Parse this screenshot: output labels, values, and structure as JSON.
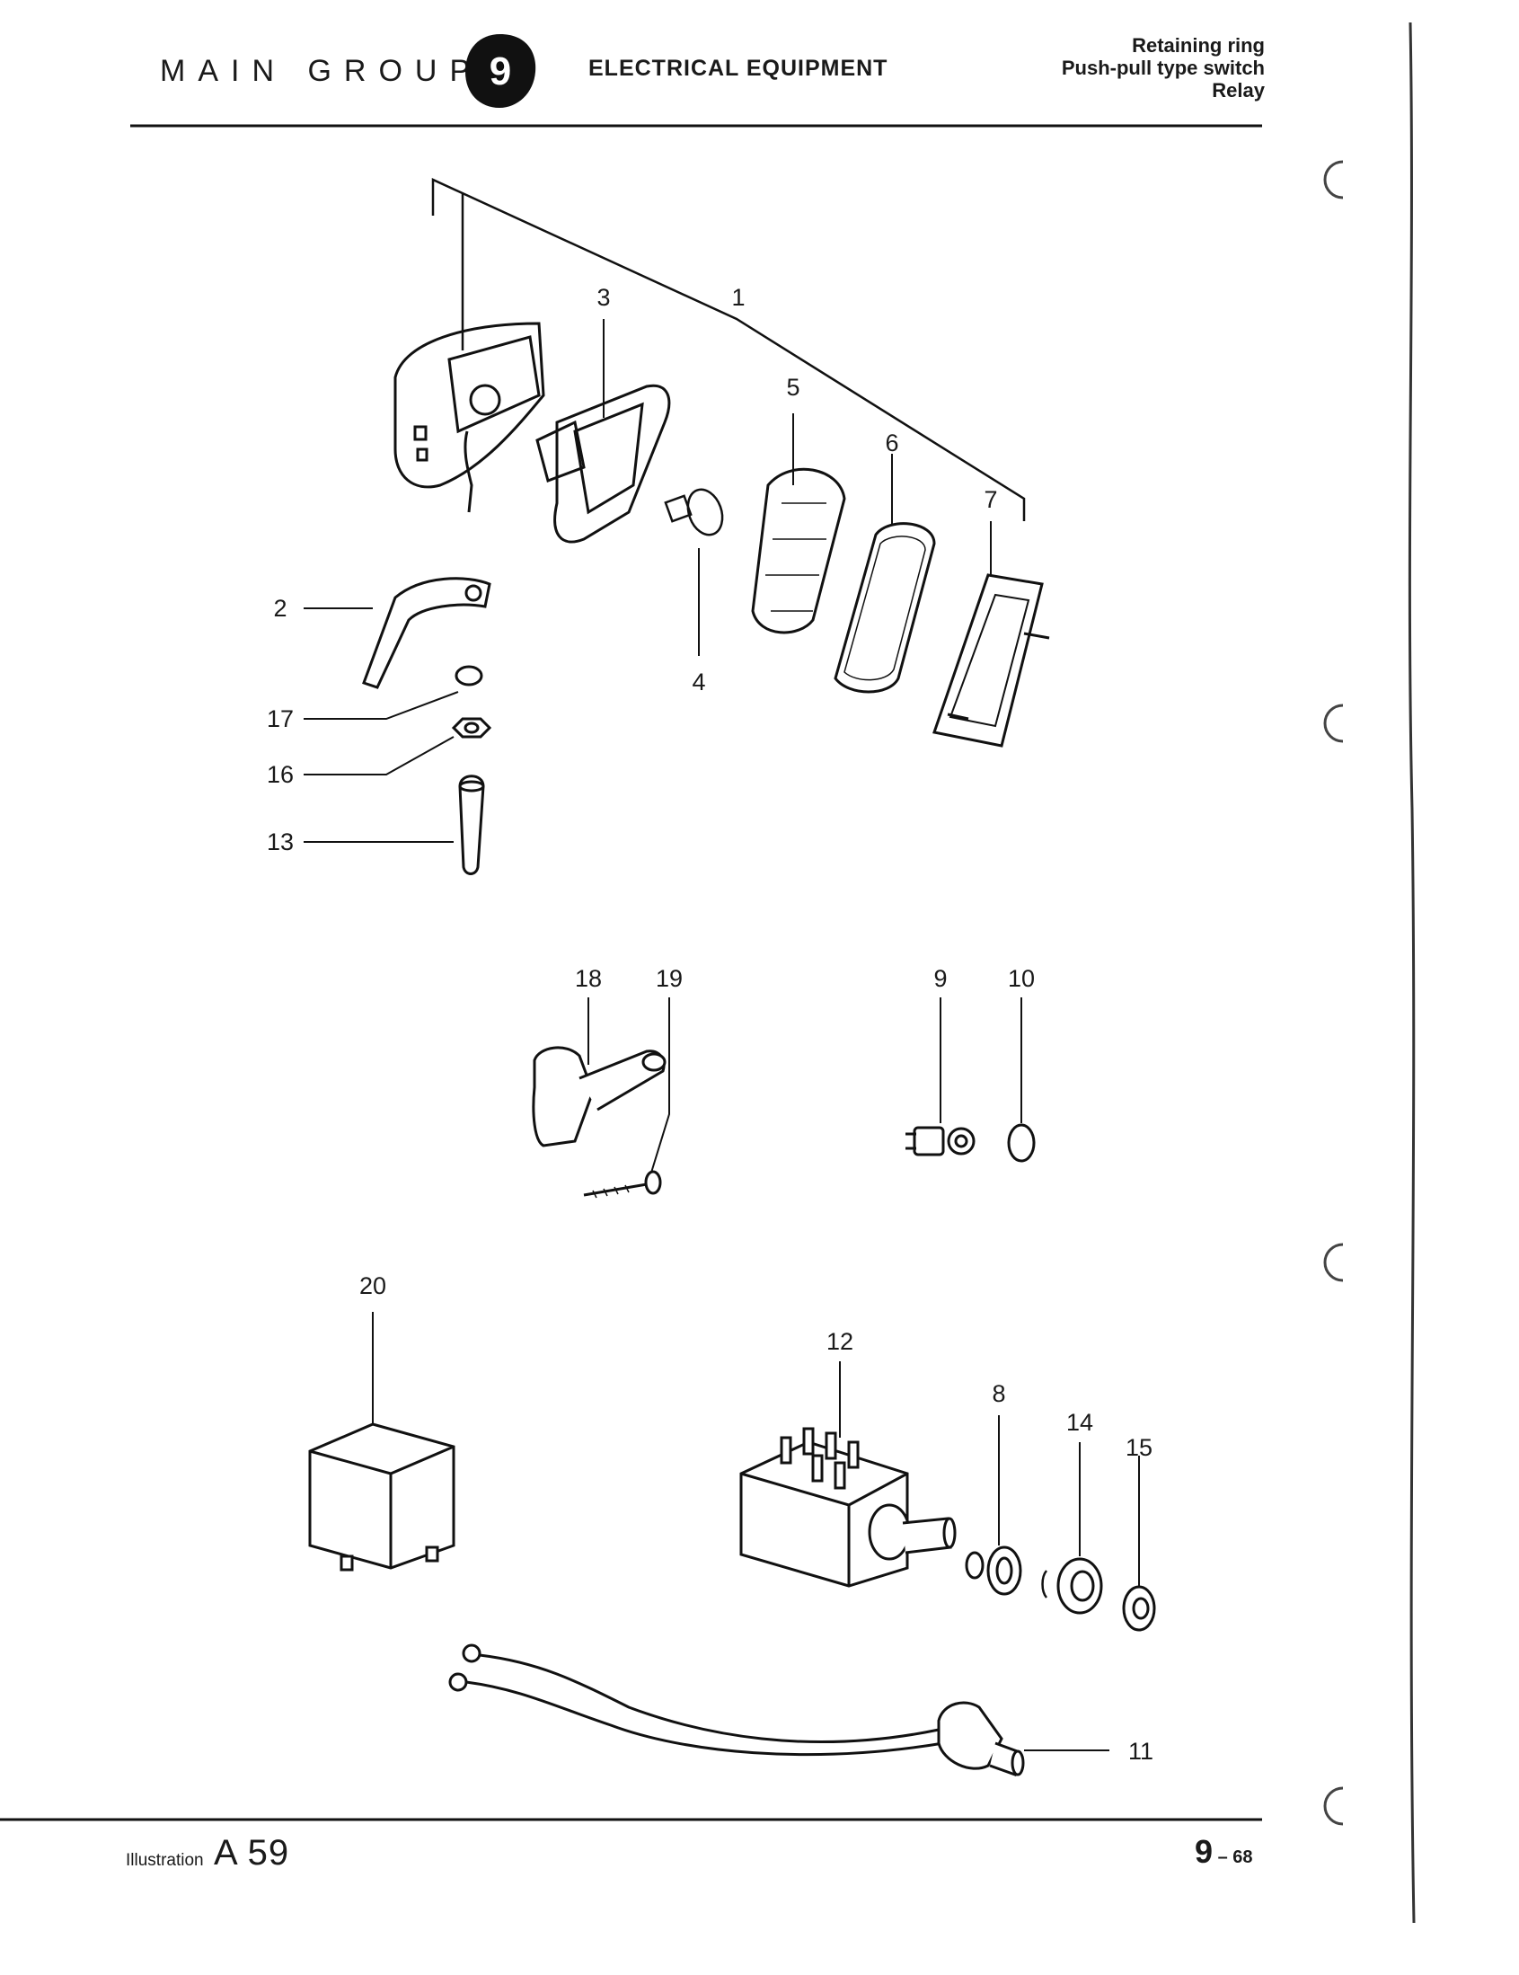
{
  "header": {
    "main_group": "MAIN GROUP",
    "group_number": "9",
    "section": "ELECTRICAL EQUIPMENT",
    "subtitles": [
      "Retaining ring",
      "Push-pull type switch",
      "Relay"
    ]
  },
  "callouts": [
    "1",
    "2",
    "3",
    "4",
    "5",
    "6",
    "7",
    "8",
    "9",
    "10",
    "11",
    "12",
    "13",
    "14",
    "15",
    "16",
    "17",
    "18",
    "19",
    "20"
  ],
  "footer": {
    "illustration_label": "Illustration",
    "illustration_code": "A 59",
    "page_major": "9",
    "page_minor": "68"
  }
}
